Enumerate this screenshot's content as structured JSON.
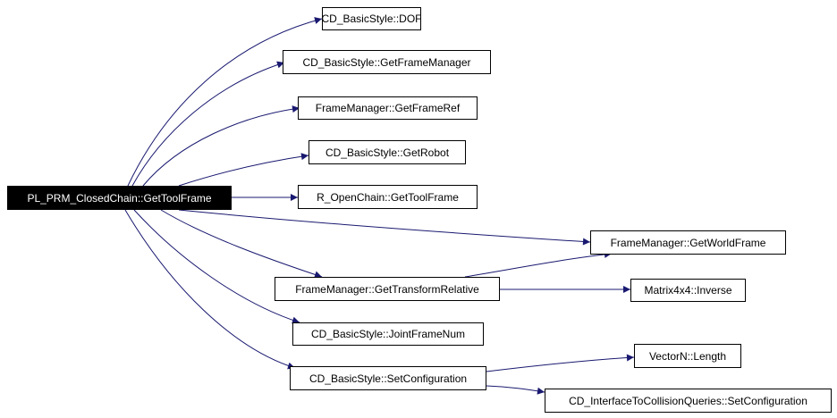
{
  "root": {
    "id": "root",
    "label": "PL_PRM_ClosedChain::GetToolFrame"
  },
  "nodes": [
    {
      "id": "dof",
      "label": "CD_BasicStyle::DOF"
    },
    {
      "id": "getframemanager",
      "label": "CD_BasicStyle::GetFrameManager"
    },
    {
      "id": "getframeref",
      "label": "FrameManager::GetFrameRef"
    },
    {
      "id": "getrobot",
      "label": "CD_BasicStyle::GetRobot"
    },
    {
      "id": "opengettoolframe",
      "label": "R_OpenChain::GetToolFrame"
    },
    {
      "id": "getworldframe",
      "label": "FrameManager::GetWorldFrame"
    },
    {
      "id": "gettransformrelative",
      "label": "FrameManager::GetTransformRelative"
    },
    {
      "id": "inverse",
      "label": "Matrix4x4::Inverse"
    },
    {
      "id": "jointframenum",
      "label": "CD_BasicStyle::JointFrameNum"
    },
    {
      "id": "length",
      "label": "VectorN::Length"
    },
    {
      "id": "setconfiguration",
      "label": "CD_BasicStyle::SetConfiguration"
    },
    {
      "id": "collisionsetconfiguration",
      "label": "CD_InterfaceToCollisionQueries::SetConfiguration"
    }
  ],
  "edges": [
    {
      "from": "root",
      "to": "dof"
    },
    {
      "from": "root",
      "to": "getframemanager"
    },
    {
      "from": "root",
      "to": "getframeref"
    },
    {
      "from": "root",
      "to": "getrobot"
    },
    {
      "from": "root",
      "to": "opengettoolframe"
    },
    {
      "from": "root",
      "to": "getworldframe"
    },
    {
      "from": "root",
      "to": "gettransformrelative"
    },
    {
      "from": "root",
      "to": "jointframenum"
    },
    {
      "from": "root",
      "to": "setconfiguration"
    },
    {
      "from": "gettransformrelative",
      "to": "getworldframe"
    },
    {
      "from": "gettransformrelative",
      "to": "inverse"
    },
    {
      "from": "setconfiguration",
      "to": "length"
    },
    {
      "from": "setconfiguration",
      "to": "collisionsetconfiguration"
    }
  ],
  "colors": {
    "edge": "#191970",
    "node_border": "#000000",
    "root_fill": "#000000",
    "root_text": "#ffffff"
  }
}
